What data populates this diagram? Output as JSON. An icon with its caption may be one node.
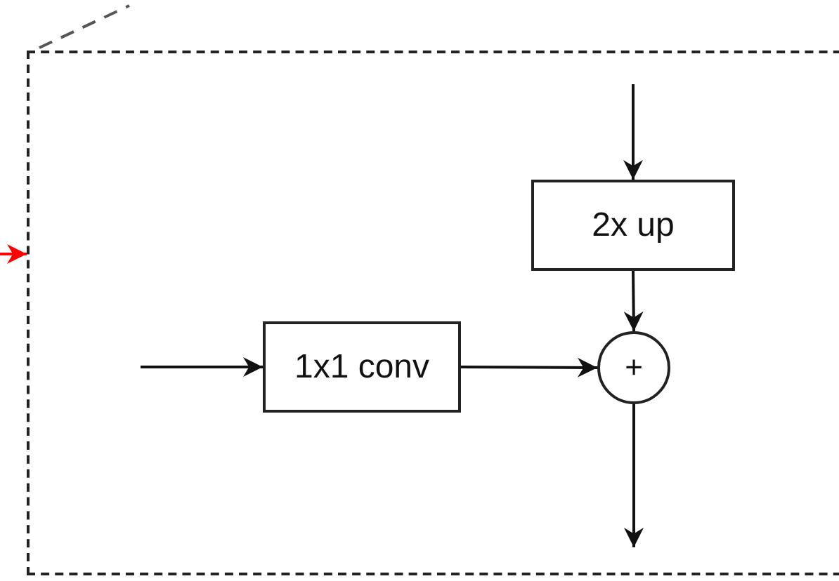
{
  "diagram": {
    "nodes": [
      {
        "text": [],
        "shape": "box"
      },
      {
        "text": [
          "2x up"
        ],
        "in": 0
      },
      {
        "text": [
          "1x1 conv"
        ],
        "in": 0
      },
      {
        "text": [
          "+"
        ],
        "in": 0
      }
    ],
    "edges": [
      {
        "from": null,
        "to": 0,
        "arrow": "to",
        "color": "#ff0000"
      },
      {
        "from": null,
        "to": 1,
        "arrow": "to"
      },
      {
        "from": 1,
        "to": 3,
        "arrow": "to"
      },
      {
        "from": null,
        "to": 2,
        "arrow": "to"
      },
      {
        "from": 2,
        "to": 3,
        "arrow": "to"
      },
      {
        "from": 3,
        "to": null,
        "arrow": "to"
      }
    ]
  }
}
